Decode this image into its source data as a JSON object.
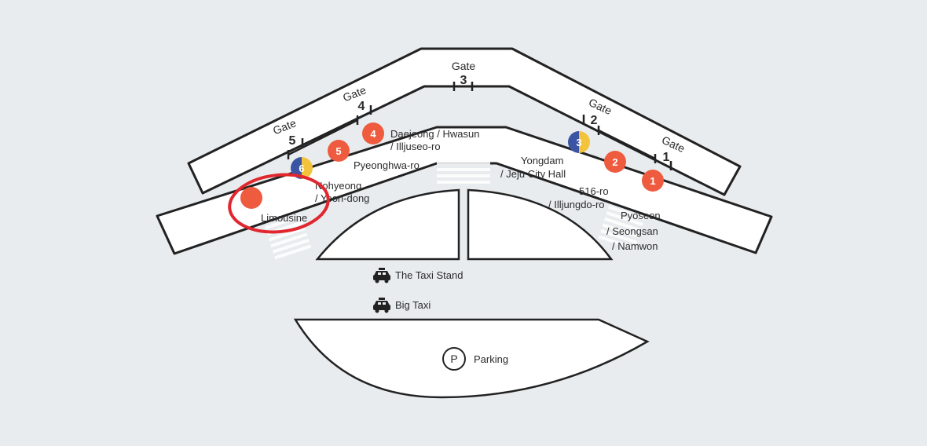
{
  "colors": {
    "background": "#e8ecef",
    "stop_red": "#ee5b3f",
    "stop_blue": "#3b55a4",
    "stop_yellow": "#f3c43b",
    "highlight_ring": "#e1262d"
  },
  "gates": [
    {
      "word": "Gate",
      "number": "1"
    },
    {
      "word": "Gate",
      "number": "2"
    },
    {
      "word": "Gate",
      "number": "3"
    },
    {
      "word": "Gate",
      "number": "4"
    },
    {
      "word": "Gate",
      "number": "5"
    }
  ],
  "stops": [
    {
      "number": "1",
      "style": "red"
    },
    {
      "number": "2",
      "style": "red"
    },
    {
      "number": "3",
      "style": "blue-yellow"
    },
    {
      "number": "4",
      "style": "red"
    },
    {
      "number": "5",
      "style": "red"
    },
    {
      "number": "6",
      "style": "blue-yellow"
    },
    {
      "number": "",
      "style": "red",
      "highlighted": true
    }
  ],
  "destinations": {
    "stop4": [
      "Daejeong / Hwasun",
      "/ Illjuseo-ro"
    ],
    "stop5": [
      "Pyeonghwa-ro"
    ],
    "stop6": [
      "Nohyeong",
      "/ Yeon-dong"
    ],
    "limousine": [
      "Limousine"
    ],
    "stop3": [
      "Yongdam",
      "/ Jeju City Hall"
    ],
    "stop2": [
      "516-ro",
      "/ Illjungdo-ro"
    ],
    "stop1": [
      "Pyoseon",
      "/ Seongsan",
      "/ Namwon"
    ]
  },
  "facilities": {
    "taxi_stand": "The Taxi Stand",
    "big_taxi": "Big Taxi",
    "parking_symbol": "P",
    "parking": "Parking"
  },
  "icons": [
    "taxi-icon",
    "parking-icon"
  ]
}
